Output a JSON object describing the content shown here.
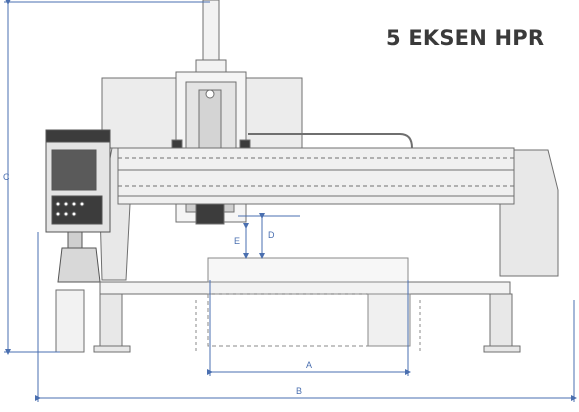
{
  "header": {
    "title": "5 EKSEN HPR"
  },
  "dimensions": {
    "a": "A",
    "b": "B",
    "c": "C",
    "d": "D",
    "e": "E"
  },
  "colors": {
    "line": "#6f6f6f",
    "dim": "#4a6fb0",
    "fill_light": "#ececec",
    "fill_mid": "#d4d4d4",
    "fill_dark": "#3c3c3c",
    "screen": "#5a5a5a",
    "title": "#3a3a3a"
  }
}
